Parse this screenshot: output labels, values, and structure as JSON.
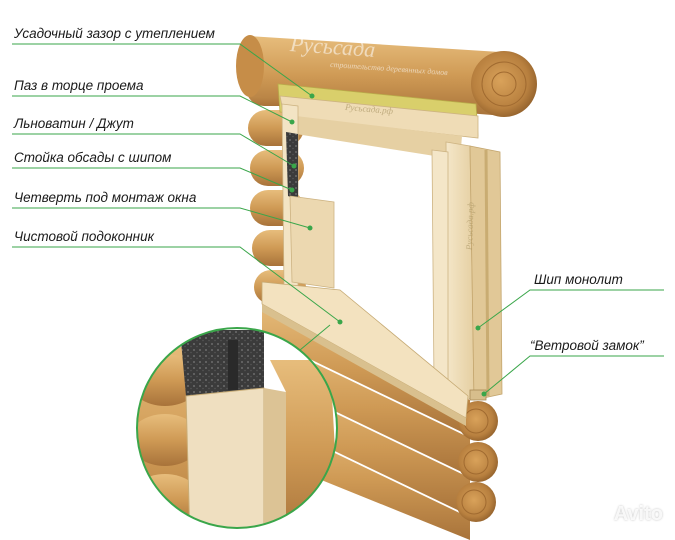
{
  "labels": {
    "shrink_gap": "Усадочный зазор с утеплением",
    "groove": "Паз в торце проема",
    "flax": "Льноватин / Джут",
    "post": "Стойка обсады с шипом",
    "quarter": "Четверть под монтаж окна",
    "sill": "Чистовой подоконник",
    "tenon": "Шип монолит",
    "wind_lock": "“Ветровой замок”"
  },
  "watermark": {
    "brand": "Русьсада",
    "tagline": "строительство деревянных домов",
    "small": "Русьсада.рф",
    "vertical": "Русьсада.рф",
    "avito": "Avito"
  },
  "colors": {
    "leader": "#3aa64a",
    "log": "#d3a05d",
    "log_dark": "#b07a3a",
    "frame": "#f1dfbd",
    "frame_shade": "#dcc496",
    "insulation": "#d8cf6a",
    "jute": "#3a3a3a"
  }
}
